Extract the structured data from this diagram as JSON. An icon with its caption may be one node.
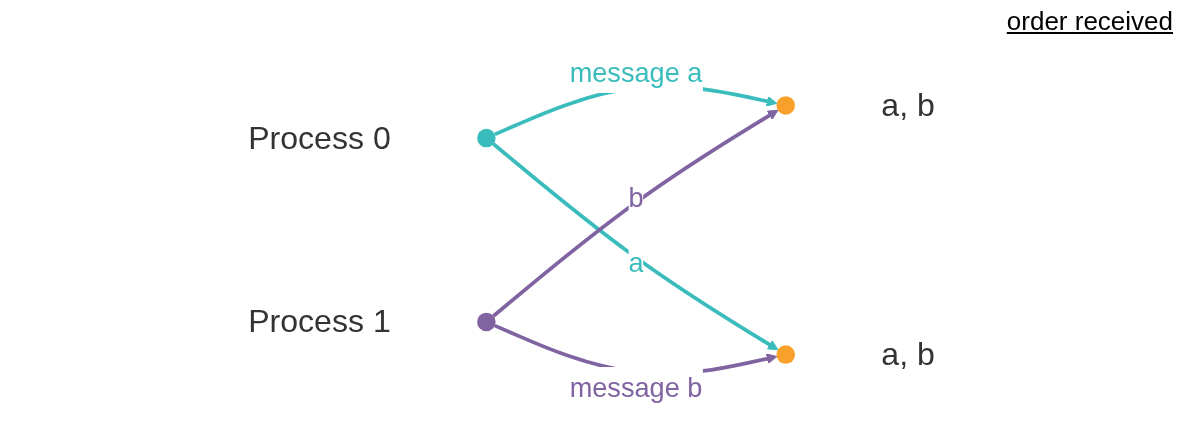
{
  "diagram": {
    "nodes": [
      {
        "text": [],
        "shape": "circle",
        "beside": [
          "Process 0"
        ]
      },
      {
        "text": [],
        "shape": "circle",
        "beside": [
          "a, b"
        ]
      },
      {
        "text": [],
        "shape": "circle",
        "beside": [
          "Process 1"
        ]
      },
      {
        "text": [],
        "shape": "circle",
        "beside": [
          "a, b"
        ]
      }
    ],
    "edges": [
      {
        "from": 0,
        "to": 1,
        "arrow": "to",
        "label": "message a",
        "color": "#3bbcbc"
      },
      {
        "from": 0,
        "to": 3,
        "arrow": "to",
        "label": "a",
        "color": "#3bbcbc"
      },
      {
        "from": 2,
        "to": 1,
        "arrow": "to",
        "label": "b",
        "color": "#8064a2"
      },
      {
        "from": 2,
        "to": 3,
        "arrow": "to",
        "label": "message b",
        "color": "#8064a2"
      }
    ],
    "labels": [
      "order received"
    ]
  }
}
